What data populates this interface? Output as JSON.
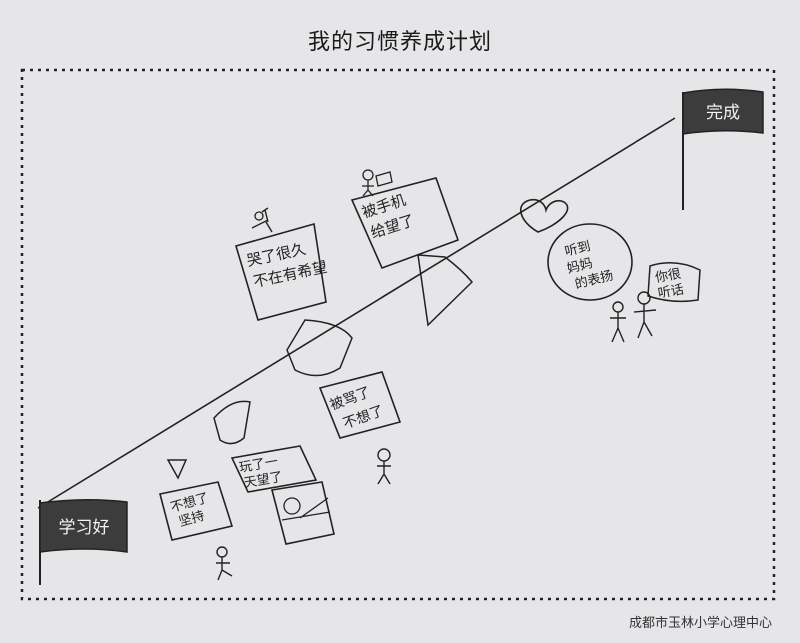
{
  "title": "我的习惯养成计划",
  "footer": "成都市玉林小学心理中心",
  "flags": {
    "start": "学习好",
    "end": "完成"
  },
  "notes": {
    "cried": [
      "哭了很久",
      "不在有希望"
    ],
    "phone": [
      "被手机",
      "给望了"
    ],
    "mom": [
      "听到",
      "妈妈",
      "的表扬"
    ],
    "praise": [
      "你很",
      "听话"
    ],
    "scolded": [
      "被骂了",
      "不想了"
    ],
    "tired": [
      "玩了一",
      "天望了"
    ],
    "notthink": [
      "不想了",
      "坚持"
    ]
  },
  "colors": {
    "paper": "#e6e6e8",
    "ink": "#222222",
    "flag": "#3c3c3c",
    "flag_text": "#f2f2f2"
  }
}
